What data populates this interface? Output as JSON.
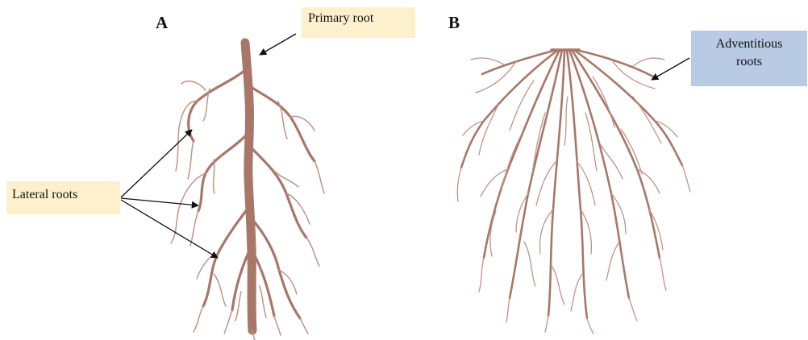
{
  "panels": {
    "a": {
      "letter": "A"
    },
    "b": {
      "letter": "B"
    }
  },
  "labels": {
    "primary_root": "Primary root",
    "lateral_roots": "Lateral roots",
    "adventitious_line1": "Adventitious",
    "adventitious_line2": "roots"
  },
  "colors": {
    "root": "#a8776a",
    "root_fine": "#bf9487",
    "label_bg_yellow": "#fdf0cc",
    "label_bg_blue": "#b9cae4",
    "arrow": "#111111"
  }
}
